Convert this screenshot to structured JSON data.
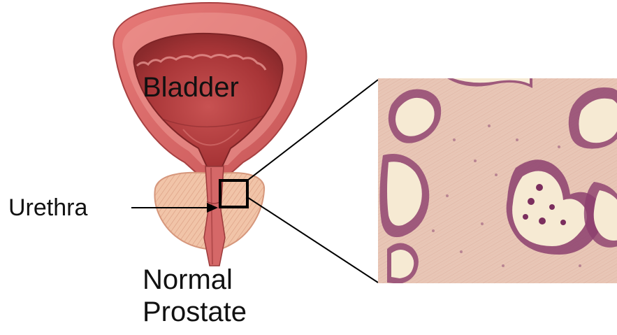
{
  "labels": {
    "bladder": "Bladder",
    "urethra": "Urethra",
    "caption_line1": "Normal",
    "caption_line2": "Prostate"
  },
  "colors": {
    "bladder_wall": "#d9676a",
    "bladder_inner": "#b23a3c",
    "prostate": "#f1c4a8",
    "tissue_background": "#e8c7b6",
    "gland_stain": "#8c3f6e",
    "lumen": "#f6ead3"
  },
  "icons": [
    "zoom-box-icon",
    "arrow-right-icon"
  ]
}
